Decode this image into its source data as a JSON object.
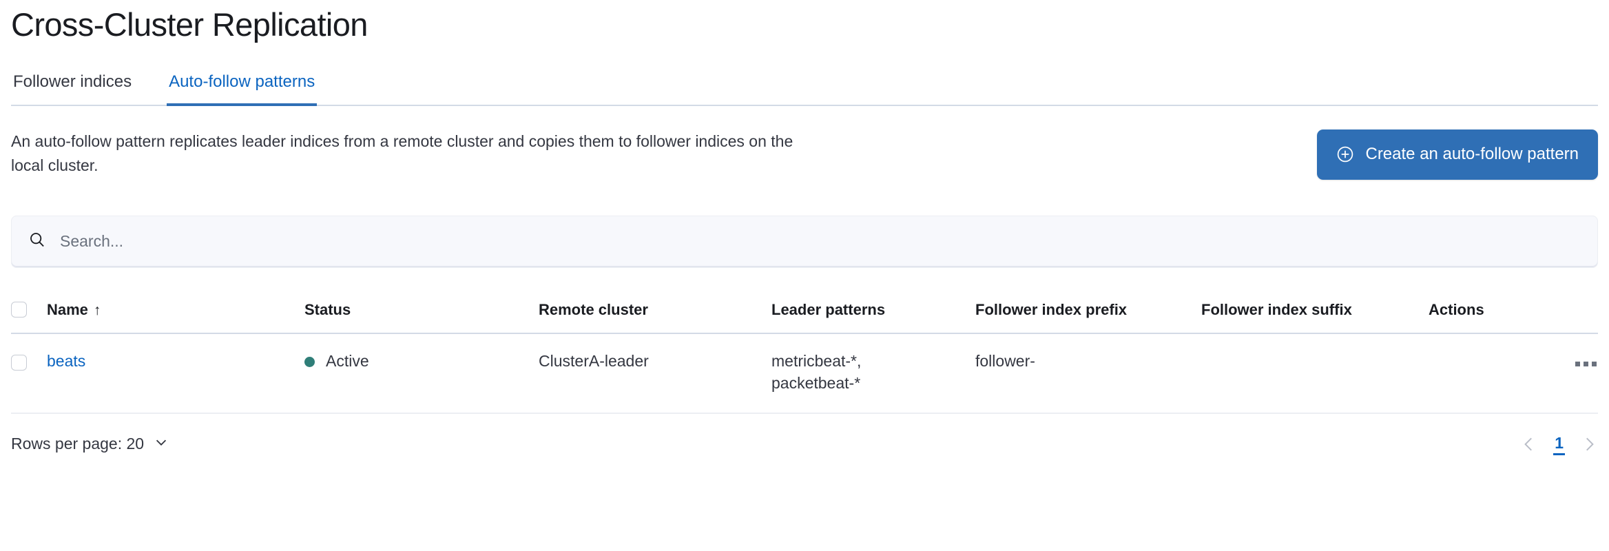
{
  "page_title": "Cross-Cluster Replication",
  "tabs": [
    {
      "label": "Follower indices",
      "active": false
    },
    {
      "label": "Auto-follow patterns",
      "active": true
    }
  ],
  "intro": {
    "description": "An auto-follow pattern replicates leader indices from a remote cluster and copies them to follower indices on the local cluster.",
    "create_button_label": "Create an auto-follow pattern",
    "create_button_icon": "plus-in-circle-icon",
    "accent_color": "#2f6fb5"
  },
  "search": {
    "value": "",
    "placeholder": "Search...",
    "icon": "search-icon"
  },
  "table": {
    "columns": [
      {
        "label": "Name",
        "sorted": true,
        "sort_direction": "asc",
        "sort_glyph": "↑"
      },
      {
        "label": "Status"
      },
      {
        "label": "Remote cluster"
      },
      {
        "label": "Leader patterns"
      },
      {
        "label": "Follower index prefix"
      },
      {
        "label": "Follower index suffix"
      },
      {
        "label": "Actions"
      }
    ],
    "rows": [
      {
        "name": "beats",
        "status": "Active",
        "status_color": "#2f7e78",
        "remote_cluster": "ClusterA-leader",
        "leader_patterns": "metricbeat-*,\npacketbeat-*",
        "follower_index_prefix": "follower-",
        "follower_index_suffix": "",
        "actions_icon": "ellipsis-horizontal-icon"
      }
    ]
  },
  "footer": {
    "rows_per_page_label": "Rows per page: 20",
    "rows_per_page_icon": "chevron-down-icon",
    "prev_icon": "chevron-left-icon",
    "next_icon": "chevron-right-icon",
    "current_page": "1"
  }
}
